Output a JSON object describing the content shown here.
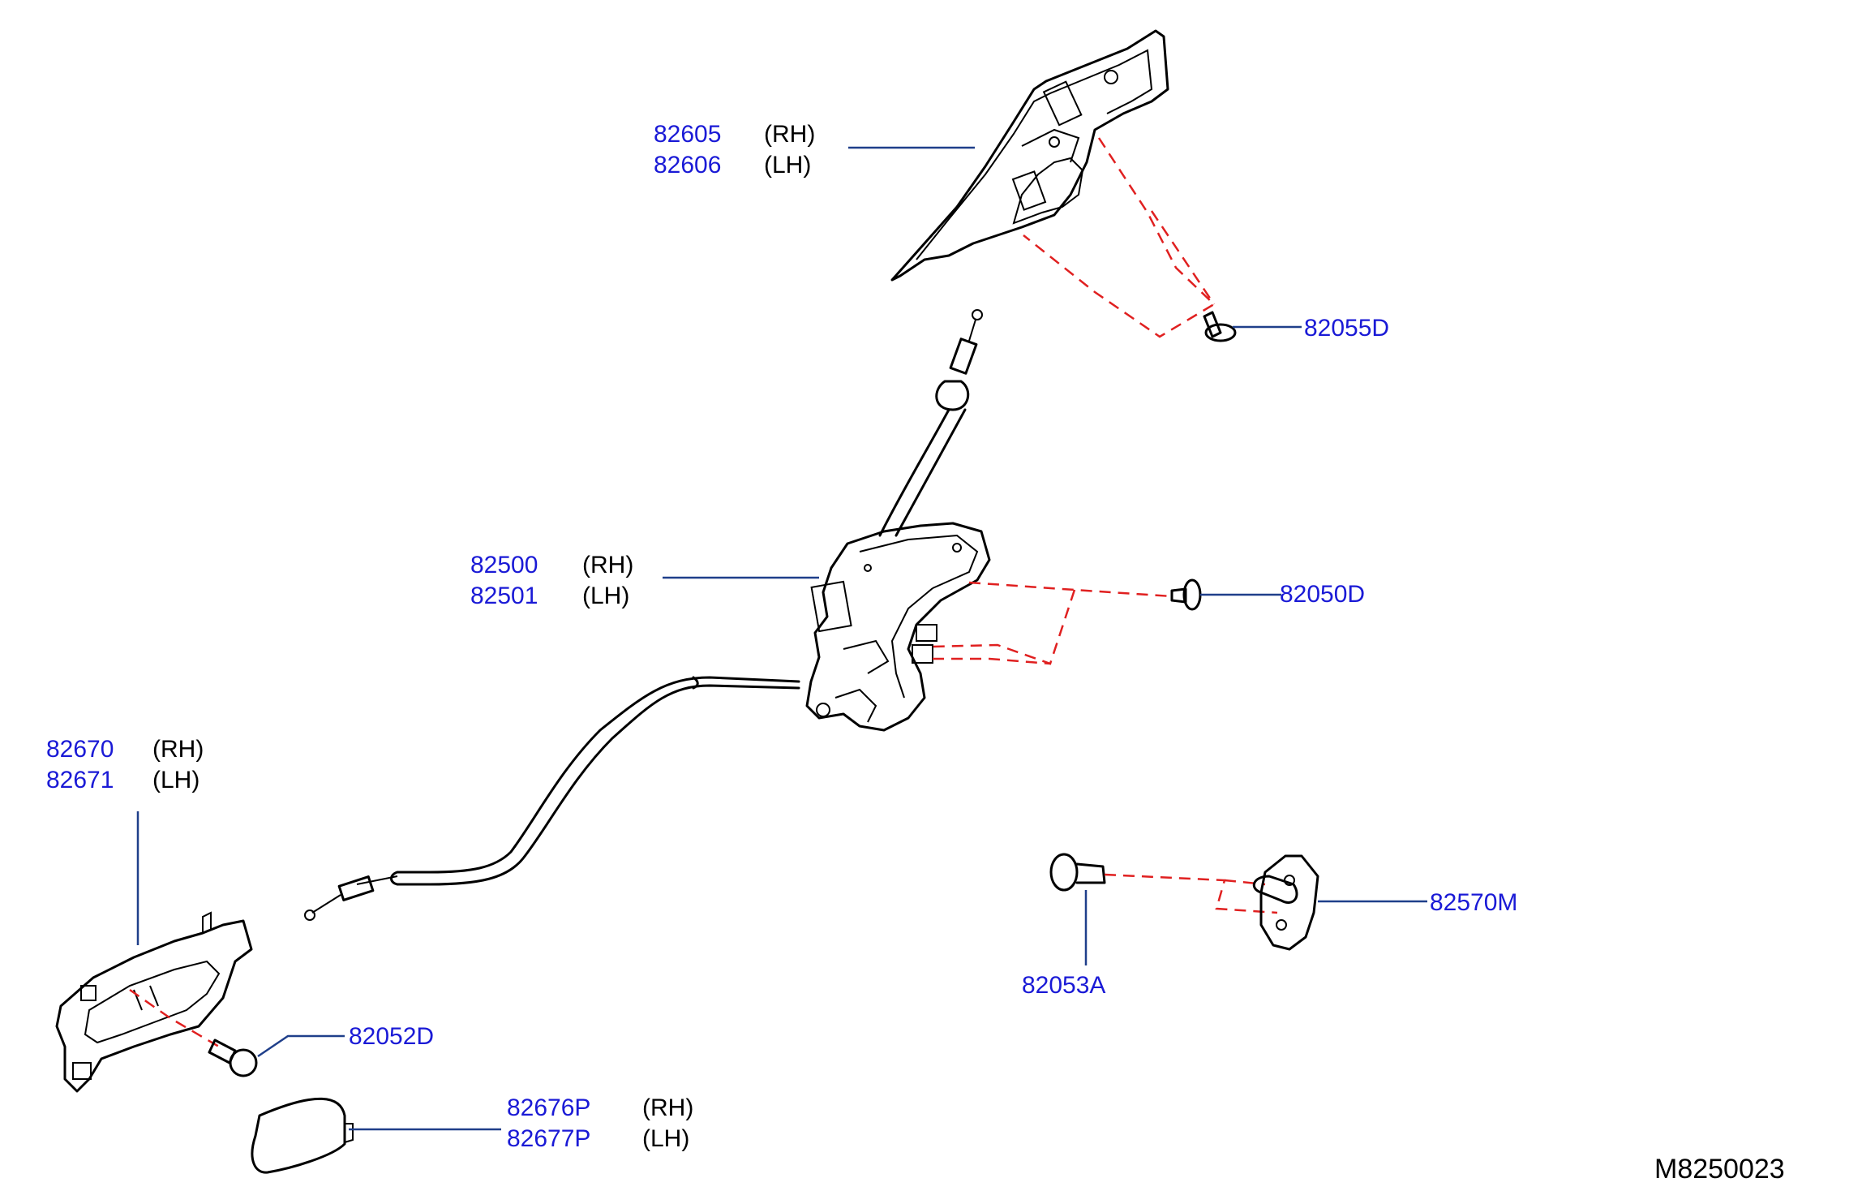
{
  "colors": {
    "part_number": "#1a1ad6",
    "leader": "#1f3f8a",
    "dashed_guide": "#e02020",
    "line_art": "#000000"
  },
  "diagram_code": "M8250023",
  "callouts": {
    "trim": {
      "rh": "82605",
      "lh": "82606",
      "rh_tag": "(RH)",
      "lh_tag": "(LH)"
    },
    "clip_82055d": {
      "pn": "82055D"
    },
    "lock": {
      "rh": "82500",
      "lh": "82501",
      "rh_tag": "(RH)",
      "lh_tag": "(LH)"
    },
    "screw_82050d": {
      "pn": "82050D"
    },
    "handle": {
      "rh": "82670",
      "lh": "82671",
      "rh_tag": "(RH)",
      "lh_tag": "(LH)"
    },
    "screw_82052d": {
      "pn": "82052D"
    },
    "cap": {
      "rh": "82676P",
      "lh": "82677P",
      "rh_tag": "(RH)",
      "lh_tag": "(LH)"
    },
    "striker": {
      "pn": "82570M"
    },
    "bolt_82053a": {
      "pn": "82053A"
    }
  }
}
